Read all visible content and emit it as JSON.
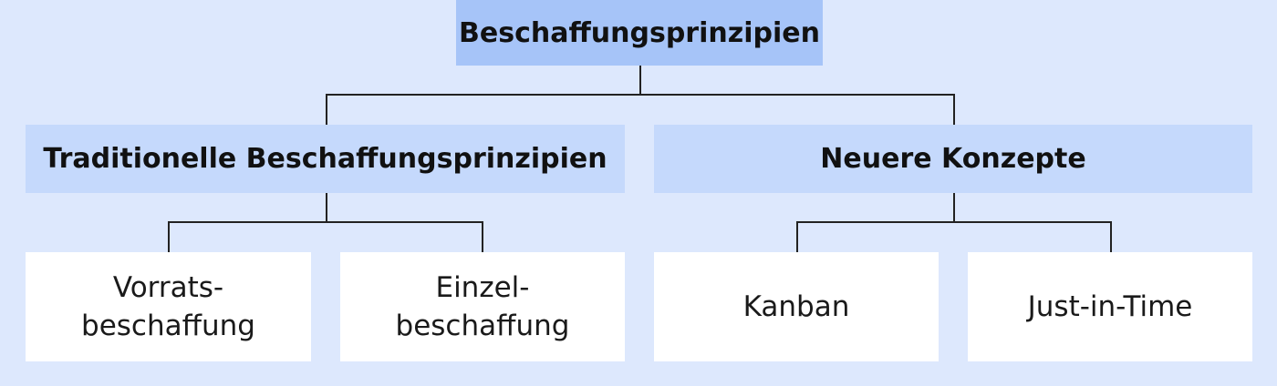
{
  "diagram": {
    "root": {
      "label": "Beschaffungsprinzipien"
    },
    "branches": [
      {
        "label": "Traditionelle Beschaffungsprinzipien",
        "children": [
          {
            "line1": "Vorrats-",
            "line2": "beschaffung"
          },
          {
            "line1": "Einzel-",
            "line2": "beschaffung"
          }
        ]
      },
      {
        "label": "Neuere Konzepte",
        "children": [
          {
            "line1": "Kanban"
          },
          {
            "line1": "Just-in-Time"
          }
        ]
      }
    ]
  }
}
